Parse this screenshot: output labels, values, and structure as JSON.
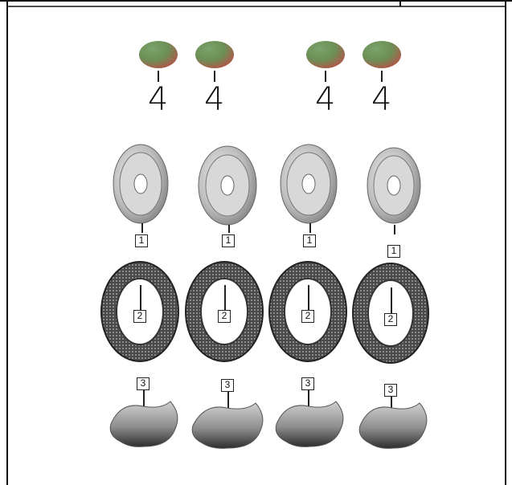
{
  "parts": {
    "cap_label": "4",
    "wheel_label": "1",
    "tire_label": "2",
    "tube_label": "3"
  },
  "colors": {
    "cap_green": "#5f8f55",
    "cap_red": "#c45a4e",
    "rim_gray": "#a9a9a9",
    "tire_dark": "#3b3b3b",
    "tube_gray": "#8c8c8c"
  }
}
